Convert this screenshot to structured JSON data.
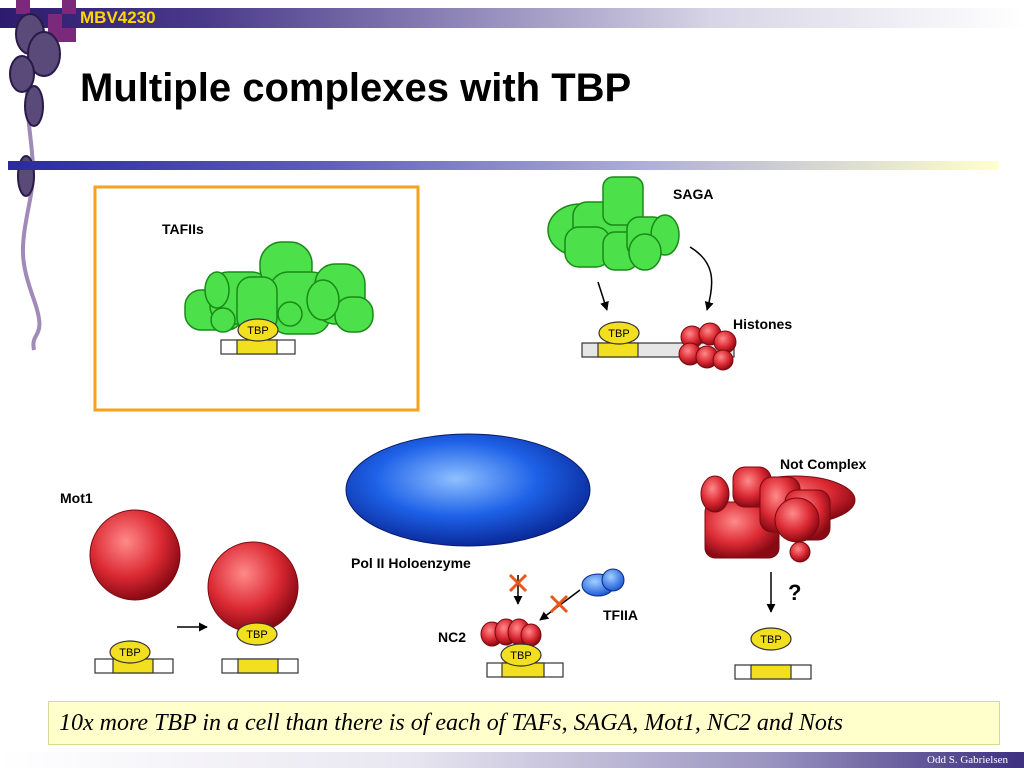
{
  "header": {
    "course_code": "MBV4230"
  },
  "slide": {
    "title": "Multiple complexes with TBP"
  },
  "figure": {
    "labels": {
      "tafiis": "TAFIIs",
      "saga": "SAGA",
      "histones": "Histones",
      "mot1": "Mot1",
      "pol2": "Pol II Holoenzyme",
      "nc2": "NC2",
      "tfiia": "TFIIA",
      "not_complex": "Not Complex",
      "question": "?",
      "tbp": "TBP"
    },
    "colors": {
      "green": "#4ce04a",
      "red": "#dc2a34",
      "blue": "#1e62e8",
      "yellow": "#f2e020",
      "orange_box": "#f5a21e",
      "block_cross": "#e8581c"
    }
  },
  "caption": {
    "text": "10x more TBP in a cell than there is of each of TAFs, SAGA, Mot1, NC2 and Nots"
  },
  "footer": {
    "author": "Odd S. Gabrielsen"
  }
}
